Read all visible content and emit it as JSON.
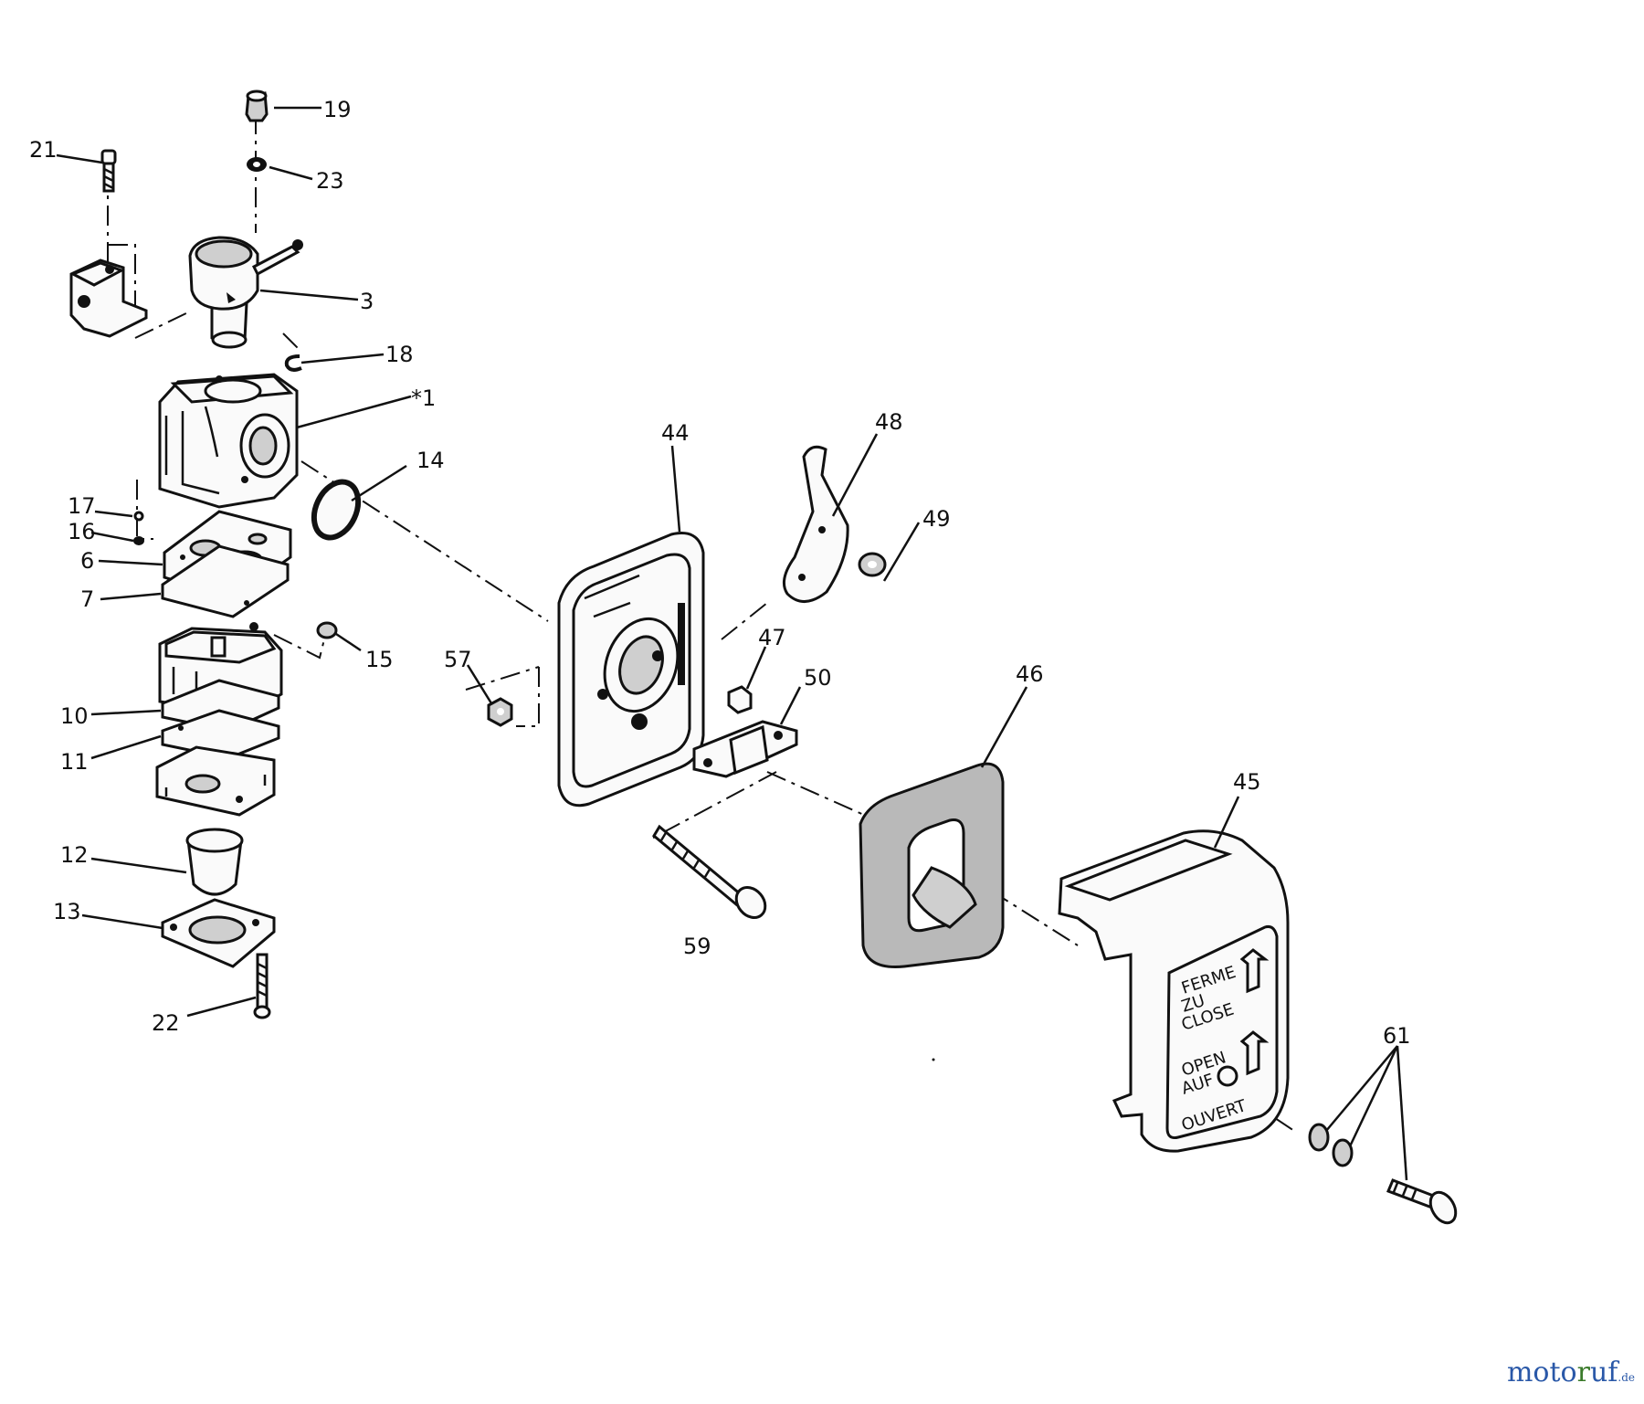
{
  "diagram": {
    "callouts": {
      "p19": "19",
      "p21": "21",
      "p23": "23",
      "p3": "3",
      "p18": "18",
      "p1": "*1",
      "p14": "14",
      "p17": "17",
      "p16": "16",
      "p6": "6",
      "p7": "7",
      "p15": "15",
      "p10": "10",
      "p11": "11",
      "p12": "12",
      "p13": "13",
      "p22": "22",
      "p44": "44",
      "p48": "48",
      "p49": "49",
      "p57": "57",
      "p47": "47",
      "p50": "50",
      "p46": "46",
      "p45": "45",
      "p59": "59",
      "p61": "61"
    },
    "cover_text": {
      "close_1": "FERME",
      "close_2": "ZU",
      "close_3": "CLOSE",
      "open_1": "OPEN",
      "open_2": "AUF",
      "open_3": "OUVERT"
    }
  },
  "watermark": {
    "main": "moto",
    "accent": "r",
    "rest": "uf",
    "tld": ".de"
  }
}
